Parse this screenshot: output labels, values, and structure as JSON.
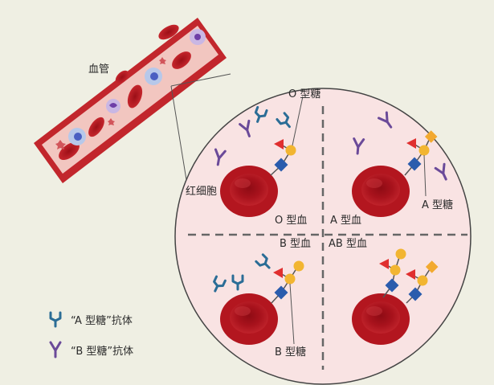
{
  "labels": {
    "vessel": "血管",
    "red_cell": "红细胞",
    "o_sugar": "O 型糖",
    "a_sugar": "A 型糖",
    "b_sugar": "B 型糖",
    "o_blood": "O 型血",
    "a_blood": "A 型血",
    "b_blood": "B 型血",
    "ab_blood": "AB 型血"
  },
  "legend": {
    "a_antibody": "“A 型糖”抗体",
    "b_antibody": "“B 型糖”抗体"
  },
  "colors": {
    "background": "#efefe3",
    "circle_fill": "#f9e3e3",
    "red_cell": "#b3161f",
    "vessel_wall": "#c2262c",
    "vessel_inside": "#f2c6c0",
    "a_antibody": "#2b6d96",
    "b_antibody": "#6b4a99",
    "sugar_square": "#2a5cad",
    "sugar_circle": "#f2b531",
    "sugar_triangle": "#e02f2f",
    "sugar_diamond": "#f2a92f"
  }
}
